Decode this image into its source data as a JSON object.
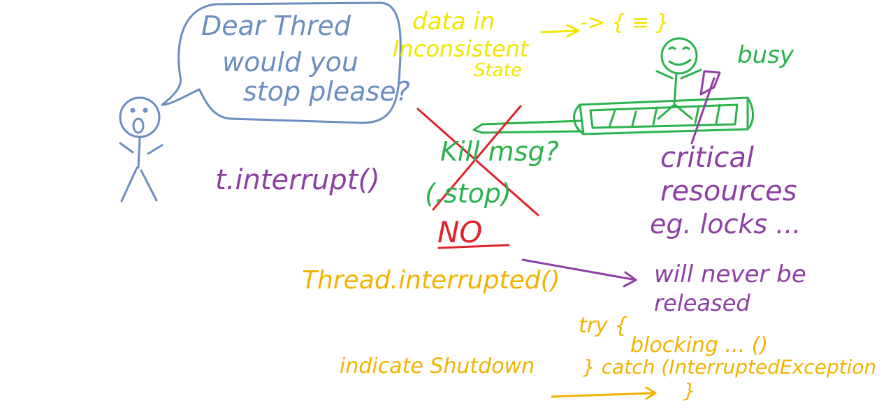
{
  "colors": {
    "blue": "#6a8ec0",
    "yellow": "#f2e600",
    "orange": "#f2b300",
    "green": "#2bb24c",
    "purple": "#8e3fa3",
    "red": "#e0222a"
  },
  "labels": {
    "speech_line1": "Dear Thred",
    "speech_line2": "would you",
    "speech_line3": "stop please?",
    "data_line1": "data in",
    "data_line2": "Inconsistent",
    "data_line3": "State",
    "data_arrow": "-> { ≡ }",
    "busy": "busy",
    "kill_msg": "Kill msg?",
    "stop": "(.stop)",
    "no": "NO",
    "t_interrupt": "t.interrupt()",
    "critical_line1": "critical",
    "critical_line2": "resources",
    "critical_line3": "eg. locks ...",
    "thread_interrupted": "Thread.interrupted()",
    "never_line1": "will never be",
    "never_line2": "released",
    "try_open": "try {",
    "blocking": "blocking ... ()",
    "catch": "} catch (InterruptedException",
    "try_close": "}",
    "indicate_shutdown": "indicate Shutdown"
  },
  "icons": [
    "person-asking-icon",
    "person-working-icon",
    "conveyor-icon",
    "speech-bubble-icon",
    "cross-out-icon"
  ]
}
